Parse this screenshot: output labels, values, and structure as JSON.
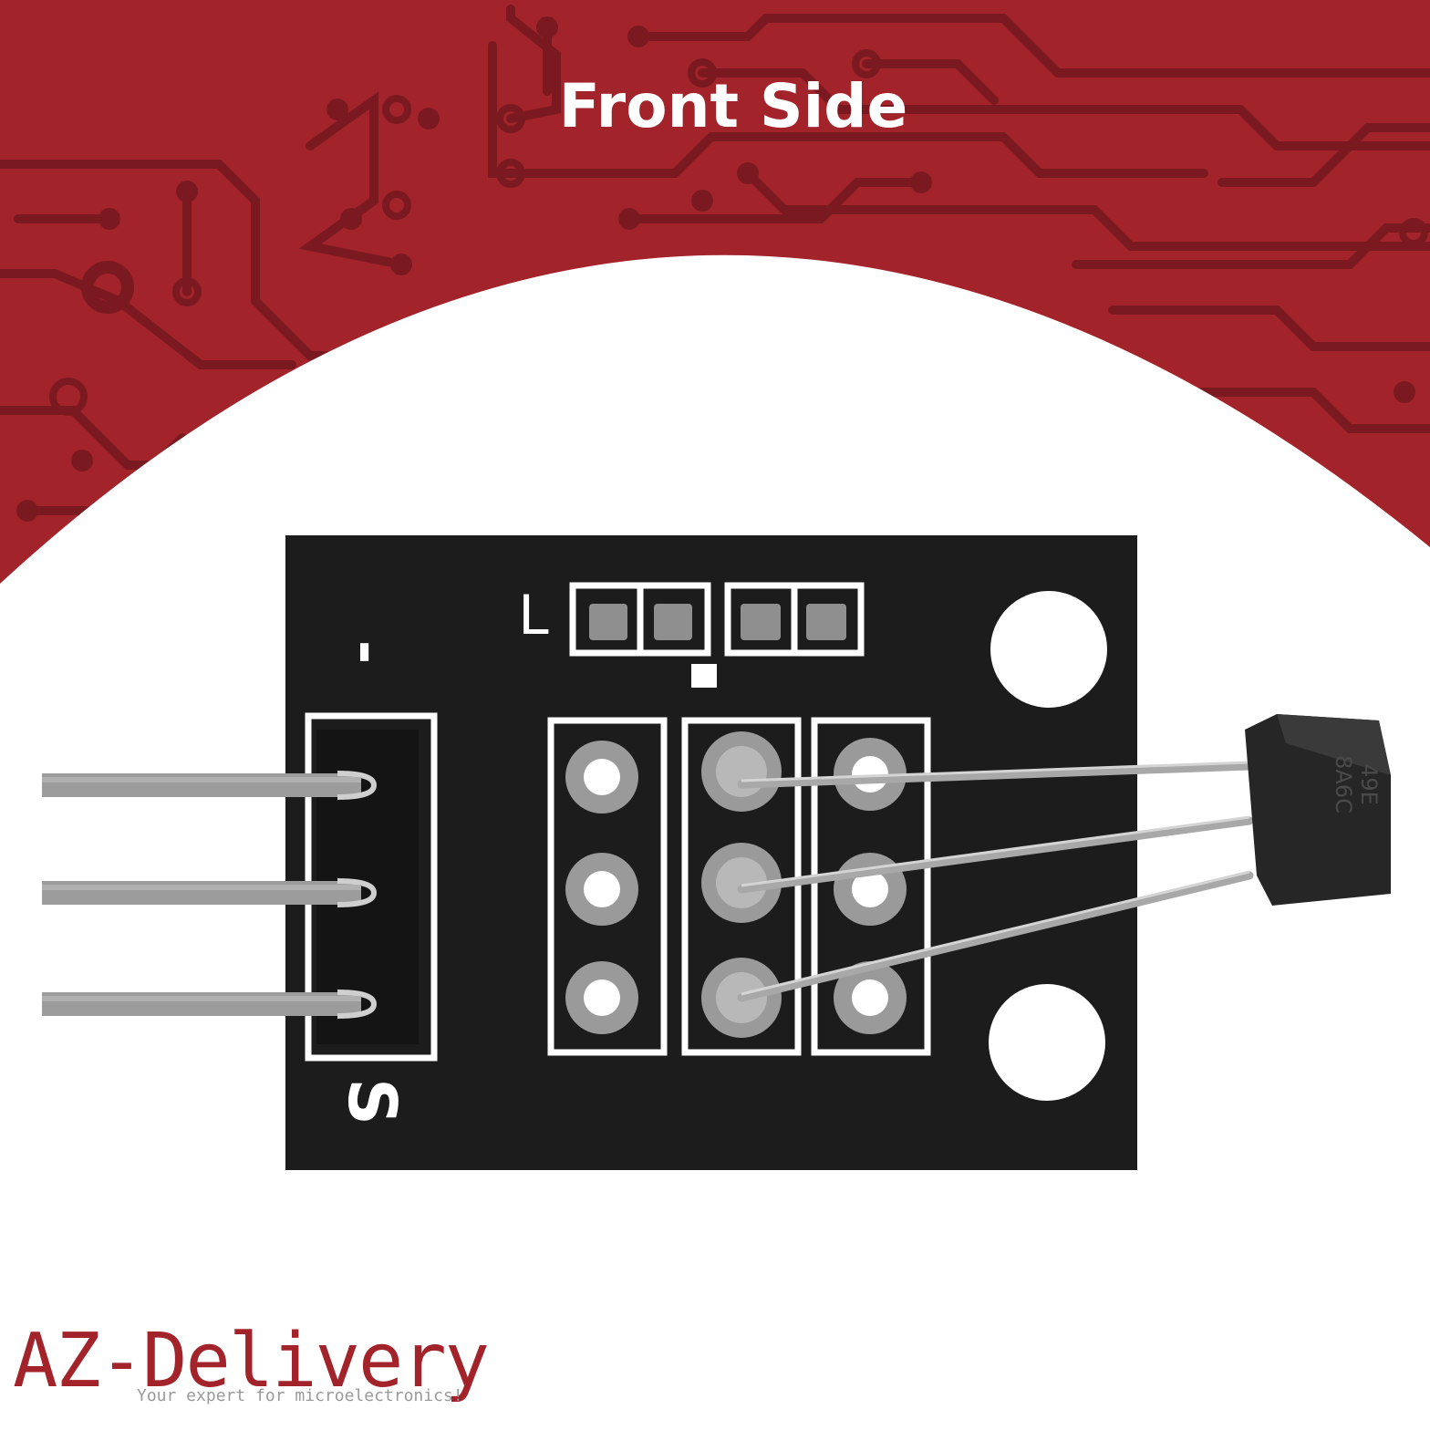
{
  "heading": {
    "title": "Front Side"
  },
  "colors": {
    "brand_red": "#a3232b",
    "trace_dark": "#7a1a20",
    "pcb_black": "#1c1c1c",
    "silkscreen": "#ffffff",
    "metal": "#a8a8a8",
    "background": "#ffffff"
  },
  "pcb": {
    "silkscreen_labels": {
      "top_left": "-",
      "bottom_left": "S",
      "led_label": "L"
    },
    "sensor_marking": "49E\n8A6C"
  },
  "brand": {
    "logo_text": "AZ-Delivery",
    "tagline": "Your expert for microelectronics!"
  }
}
